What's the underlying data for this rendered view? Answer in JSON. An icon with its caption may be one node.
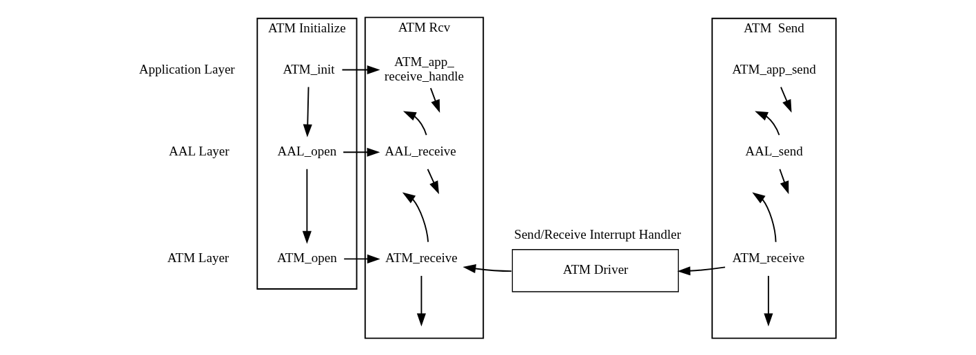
{
  "diagram": {
    "nodes": [
      {
        "text": [
          "ATM Initialize"
        ]
      },
      {
        "text": [
          "ATM_init"
        ],
        "in": 0
      },
      {
        "text": [
          "AAL_open"
        ],
        "in": 0
      },
      {
        "text": [
          "ATM_open"
        ],
        "in": 0
      },
      {
        "text": [
          "ATM Rcv"
        ]
      },
      {
        "text": [
          "ATM_app_ receive_handle"
        ],
        "in": 4
      },
      {
        "text": [
          "AAL_receive"
        ],
        "in": 4
      },
      {
        "text": [
          "ATM_receive"
        ],
        "in": 4
      },
      {
        "text": [
          "Send/Receive Interrupt Handler",
          "ATM Driver"
        ]
      },
      {
        "text": [
          "ATM  Send"
        ]
      },
      {
        "text": [
          "ATM_app_send"
        ],
        "in": 9
      },
      {
        "text": [
          "AAL_send"
        ],
        "in": 9
      },
      {
        "text": [
          "ATM_receive"
        ],
        "in": 9
      }
    ],
    "edges": [
      {
        "from": 1,
        "to": 2,
        "arrow": "to"
      },
      {
        "from": 2,
        "to": 3,
        "arrow": "to"
      },
      {
        "from": 1,
        "to": 5,
        "arrow": "to"
      },
      {
        "from": 2,
        "to": 6,
        "arrow": "to"
      },
      {
        "from": 3,
        "to": 7,
        "arrow": "to"
      },
      {
        "from": 5,
        "to": null,
        "arrow": "to"
      },
      {
        "from": 6,
        "to": null,
        "arrow": "to"
      },
      {
        "from": 6,
        "to": null,
        "arrow": "to"
      },
      {
        "from": 7,
        "to": null,
        "arrow": "to"
      },
      {
        "from": 7,
        "to": null,
        "arrow": "to"
      },
      {
        "from": 8,
        "to": 7,
        "arrow": "to"
      },
      {
        "from": 10,
        "to": null,
        "arrow": "to"
      },
      {
        "from": 11,
        "to": null,
        "arrow": "to"
      },
      {
        "from": 11,
        "to": null,
        "arrow": "to"
      },
      {
        "from": 12,
        "to": null,
        "arrow": "to"
      },
      {
        "from": 12,
        "to": null,
        "arrow": "to"
      },
      {
        "from": 12,
        "to": 8,
        "arrow": "to"
      }
    ],
    "labels": [
      "Application Layer",
      "AAL Layer",
      "ATM Layer"
    ]
  }
}
